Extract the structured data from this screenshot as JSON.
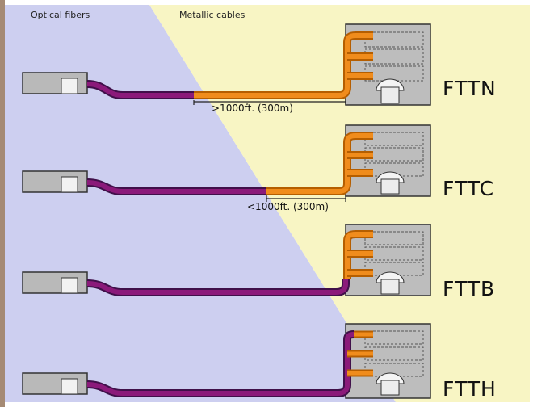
{
  "headers": {
    "fiber_label": "Optical fibers",
    "metal_label": "Metallic cables"
  },
  "colors": {
    "fiber_region": "#cdcff0",
    "metal_region": "#f8f5c4",
    "fiber_cable": "#8b1a7a",
    "metal_cable": "#f08c1c",
    "box_fill": "#b9b9b9",
    "box_stroke": "#333333",
    "building_fill": "#bdbdbd"
  },
  "rows": [
    {
      "tag": "FTTN",
      "distance_label": ">1000ft. (300m)"
    },
    {
      "tag": "FTTC",
      "distance_label": "<1000ft. (300m)"
    },
    {
      "tag": "FTTB",
      "distance_label": ""
    },
    {
      "tag": "FTTH",
      "distance_label": ""
    }
  ]
}
